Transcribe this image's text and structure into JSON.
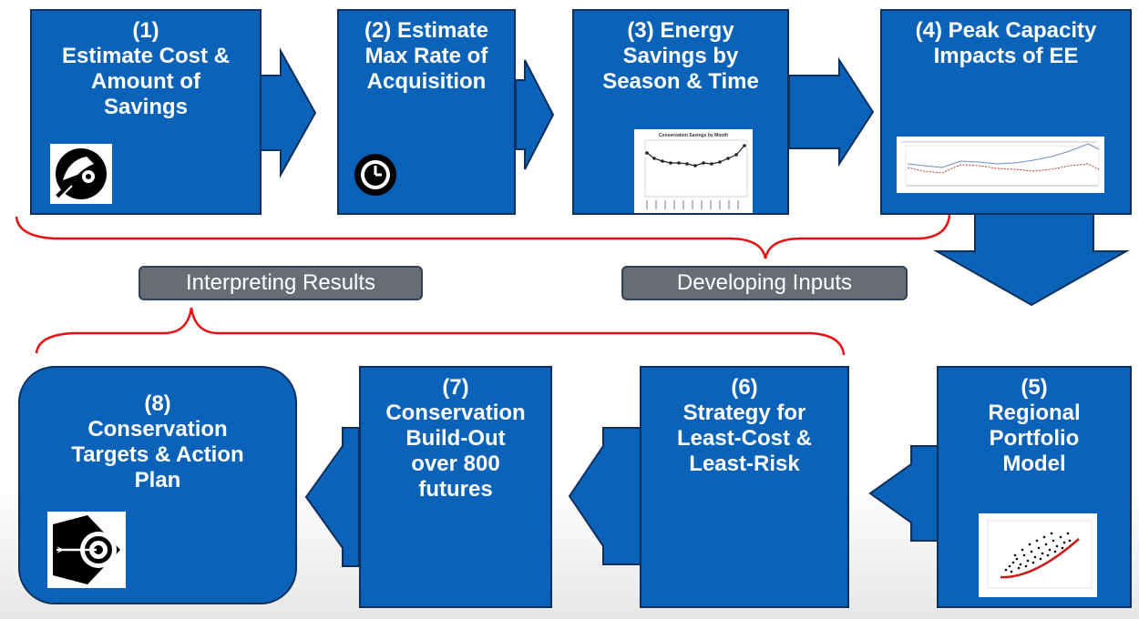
{
  "steps": [
    {
      "id": "step1",
      "label": "(1)\nEstimate Cost &\n    Amount of\n Savings"
    },
    {
      "id": "step2",
      "label": "(2) Estimate\nMax Rate of\nAcquisition"
    },
    {
      "id": "step3",
      "label": "(3) Energy\nSavings by\nSeason & Time"
    },
    {
      "id": "step4",
      "label": "(4) Peak Capacity\nImpacts of EE"
    },
    {
      "id": "step5",
      "label": "(5)\nRegional\nPortfolio\nModel"
    },
    {
      "id": "step6",
      "label": "(6)\nStrategy for\nLeast-Cost &\nLeast-Risk"
    },
    {
      "id": "step7",
      "label": "(7)\nConservation\nBuild-Out\nover 800\nfutures"
    },
    {
      "id": "step8",
      "label": "(8)\nConservation\nTargets & Action\nPlan"
    }
  ],
  "brackets": {
    "interpreting": "Interpreting Results",
    "developing": "Developing Inputs"
  },
  "thumbnails": {
    "step3_chart_title": "Conservation Savings by Month"
  },
  "icons": [
    "hand-gears-icon",
    "clock-icon",
    "target-arrow-icon"
  ],
  "colors": {
    "box_fill": "#0a63b8",
    "box_border": "#0c2f5c",
    "arrow_fill": "#0a63b8",
    "bracket": "#e81010",
    "pill_fill": "#676d72",
    "pill_border": "#2f4358"
  }
}
